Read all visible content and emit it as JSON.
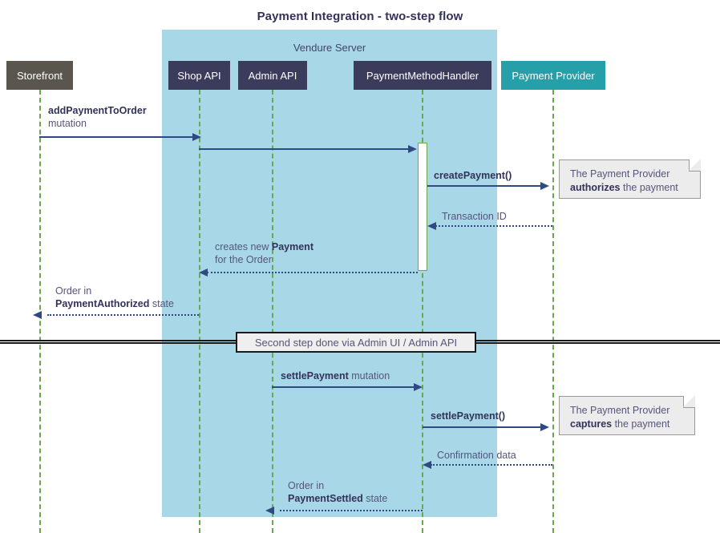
{
  "diagram": {
    "title": "Payment Integration - two-step flow",
    "type": "sequence-diagram",
    "colors": {
      "group_fill": "#a8d8e8",
      "participant_dark": "#3b3b5c",
      "participant_gray": "#5a564e",
      "participant_teal": "#26a0a8",
      "lifeline": "#6aa84f",
      "arrow": "#2e4a80",
      "note_fill": "#ececec",
      "text": "#55557a"
    }
  },
  "group": {
    "label": "Vendure Server"
  },
  "participants": [
    {
      "id": "storefront",
      "label": "Storefront",
      "style": "gray"
    },
    {
      "id": "shop-api",
      "label": "Shop API",
      "style": "dark"
    },
    {
      "id": "admin-api",
      "label": "Admin API",
      "style": "dark"
    },
    {
      "id": "handler",
      "label": "PaymentMethodHandler",
      "style": "dark"
    },
    {
      "id": "provider",
      "label": "Payment Provider",
      "style": "teal"
    }
  ],
  "messages": [
    {
      "id": "add-payment-to-order",
      "from": "storefront",
      "to": "shop-api",
      "kind": "solid",
      "direction": "right",
      "label_bold": "addPaymentToOrder",
      "label_rest": "mutation",
      "two_line": true
    },
    {
      "id": "shop-api-to-handler",
      "from": "shop-api",
      "to": "handler",
      "kind": "solid",
      "direction": "right",
      "label_bold": "",
      "label_rest": ""
    },
    {
      "id": "create-payment",
      "from": "handler",
      "to": "provider",
      "kind": "solid",
      "direction": "right",
      "label_bold": "createPayment()",
      "label_rest": ""
    },
    {
      "id": "transaction-id",
      "from": "provider",
      "to": "handler",
      "kind": "dotted",
      "direction": "left",
      "label_bold": "",
      "label_rest": "Transaction ID"
    },
    {
      "id": "creates-new-payment",
      "from": "handler",
      "to": "shop-api",
      "kind": "dotted",
      "direction": "left",
      "label_line1_rest": "creates new ",
      "label_line1_bold": "Payment",
      "label_line2_rest": "for the Order"
    },
    {
      "id": "order-payment-authorized",
      "from": "shop-api",
      "to": "storefront",
      "kind": "dotted",
      "direction": "left",
      "label_line1_rest": "Order in",
      "label_line2_bold": "PaymentAuthorized",
      "label_line2_rest": " state"
    },
    {
      "id": "settle-payment-mutation",
      "from": "admin-api",
      "to": "handler",
      "kind": "solid",
      "direction": "right",
      "label_bold": "settlePayment",
      "label_rest": " mutation"
    },
    {
      "id": "settle-payment-call",
      "from": "handler",
      "to": "provider",
      "kind": "solid",
      "direction": "right",
      "label_bold": "settlePayment()",
      "label_rest": ""
    },
    {
      "id": "confirmation-data",
      "from": "provider",
      "to": "handler",
      "kind": "dotted",
      "direction": "left",
      "label_bold": "",
      "label_rest": "Confirmation data"
    },
    {
      "id": "order-payment-settled",
      "from": "handler",
      "to": "admin-api",
      "kind": "dotted",
      "direction": "left",
      "label_line1_rest": "Order in",
      "label_line2_bold": "PaymentSettled",
      "label_line2_rest": " state"
    }
  ],
  "notes": [
    {
      "id": "note-authorizes",
      "line1": "The Payment Provider",
      "line2_bold": "authorizes",
      "line2_rest": " the payment"
    },
    {
      "id": "note-captures",
      "line1": "The Payment Provider",
      "line2_bold": "captures",
      "line2_rest": " the payment"
    }
  ],
  "divider": {
    "label": "Second step done via Admin UI / Admin API"
  }
}
